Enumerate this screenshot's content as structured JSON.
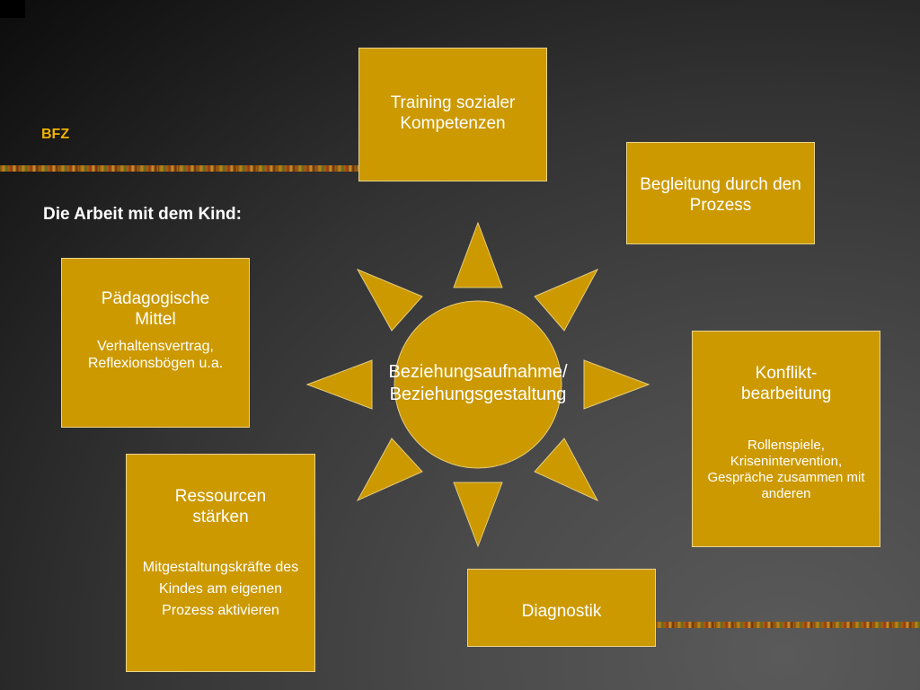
{
  "slide": {
    "tag": "BFZ",
    "heading": "Die Arbeit mit dem Kind:"
  },
  "center": {
    "line1": "Beziehungsaufnahme/",
    "line2": "Beziehungsgestaltung"
  },
  "boxes": {
    "training": {
      "title": "Training sozialer Kompetenzen"
    },
    "begleitung": {
      "title": "Begleitung durch den Prozess"
    },
    "paedagogisch": {
      "title": "Pädagogische Mittel",
      "text": "Verhaltensvertrag, Reflexionsbögen u.a."
    },
    "konflikt": {
      "title": "Konflikt-bearbeitung",
      "text": "Rollenspiele, Krisenintervention, Gespräche zusammen mit anderen"
    },
    "ressourcen": {
      "title": "Ressourcen stärken",
      "text": "Mitgestaltungskräfte des Kindes am eigenen Prozess aktivieren"
    },
    "diagnostik": {
      "title": "Diagnostik"
    }
  },
  "colors": {
    "box_fill": "#cc9900",
    "tag_color": "#f0b400"
  }
}
